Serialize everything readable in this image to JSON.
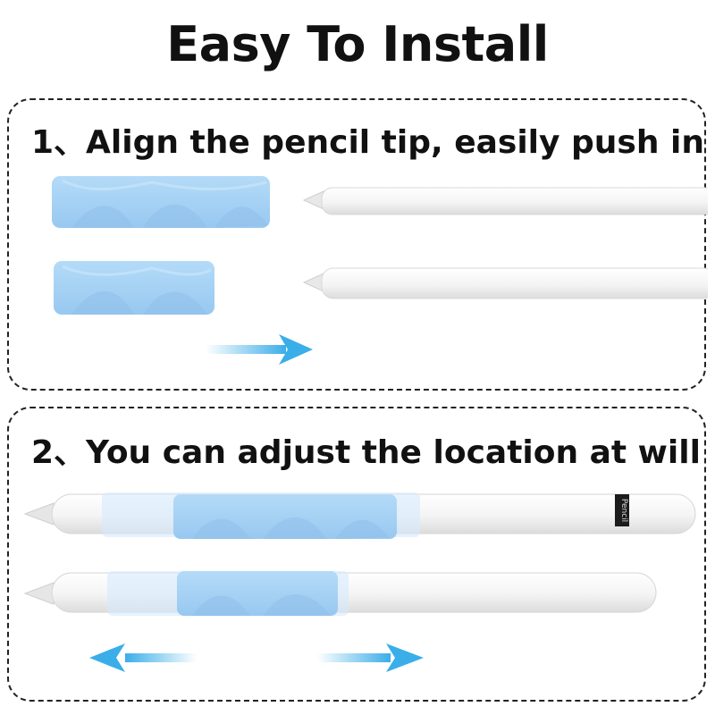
{
  "title": "Easy To Install",
  "steps": [
    {
      "label": "1、Align the pencil tip, easily push in"
    },
    {
      "label": "2、You can adjust the location at will"
    }
  ],
  "pencil_brand": "Pencil",
  "colors": {
    "grip": "#a8d2f5",
    "grip_shade": "#8fc0ea",
    "arrow": "#3aaee8",
    "pencil": "#f7f7f7",
    "border": "#222222"
  }
}
